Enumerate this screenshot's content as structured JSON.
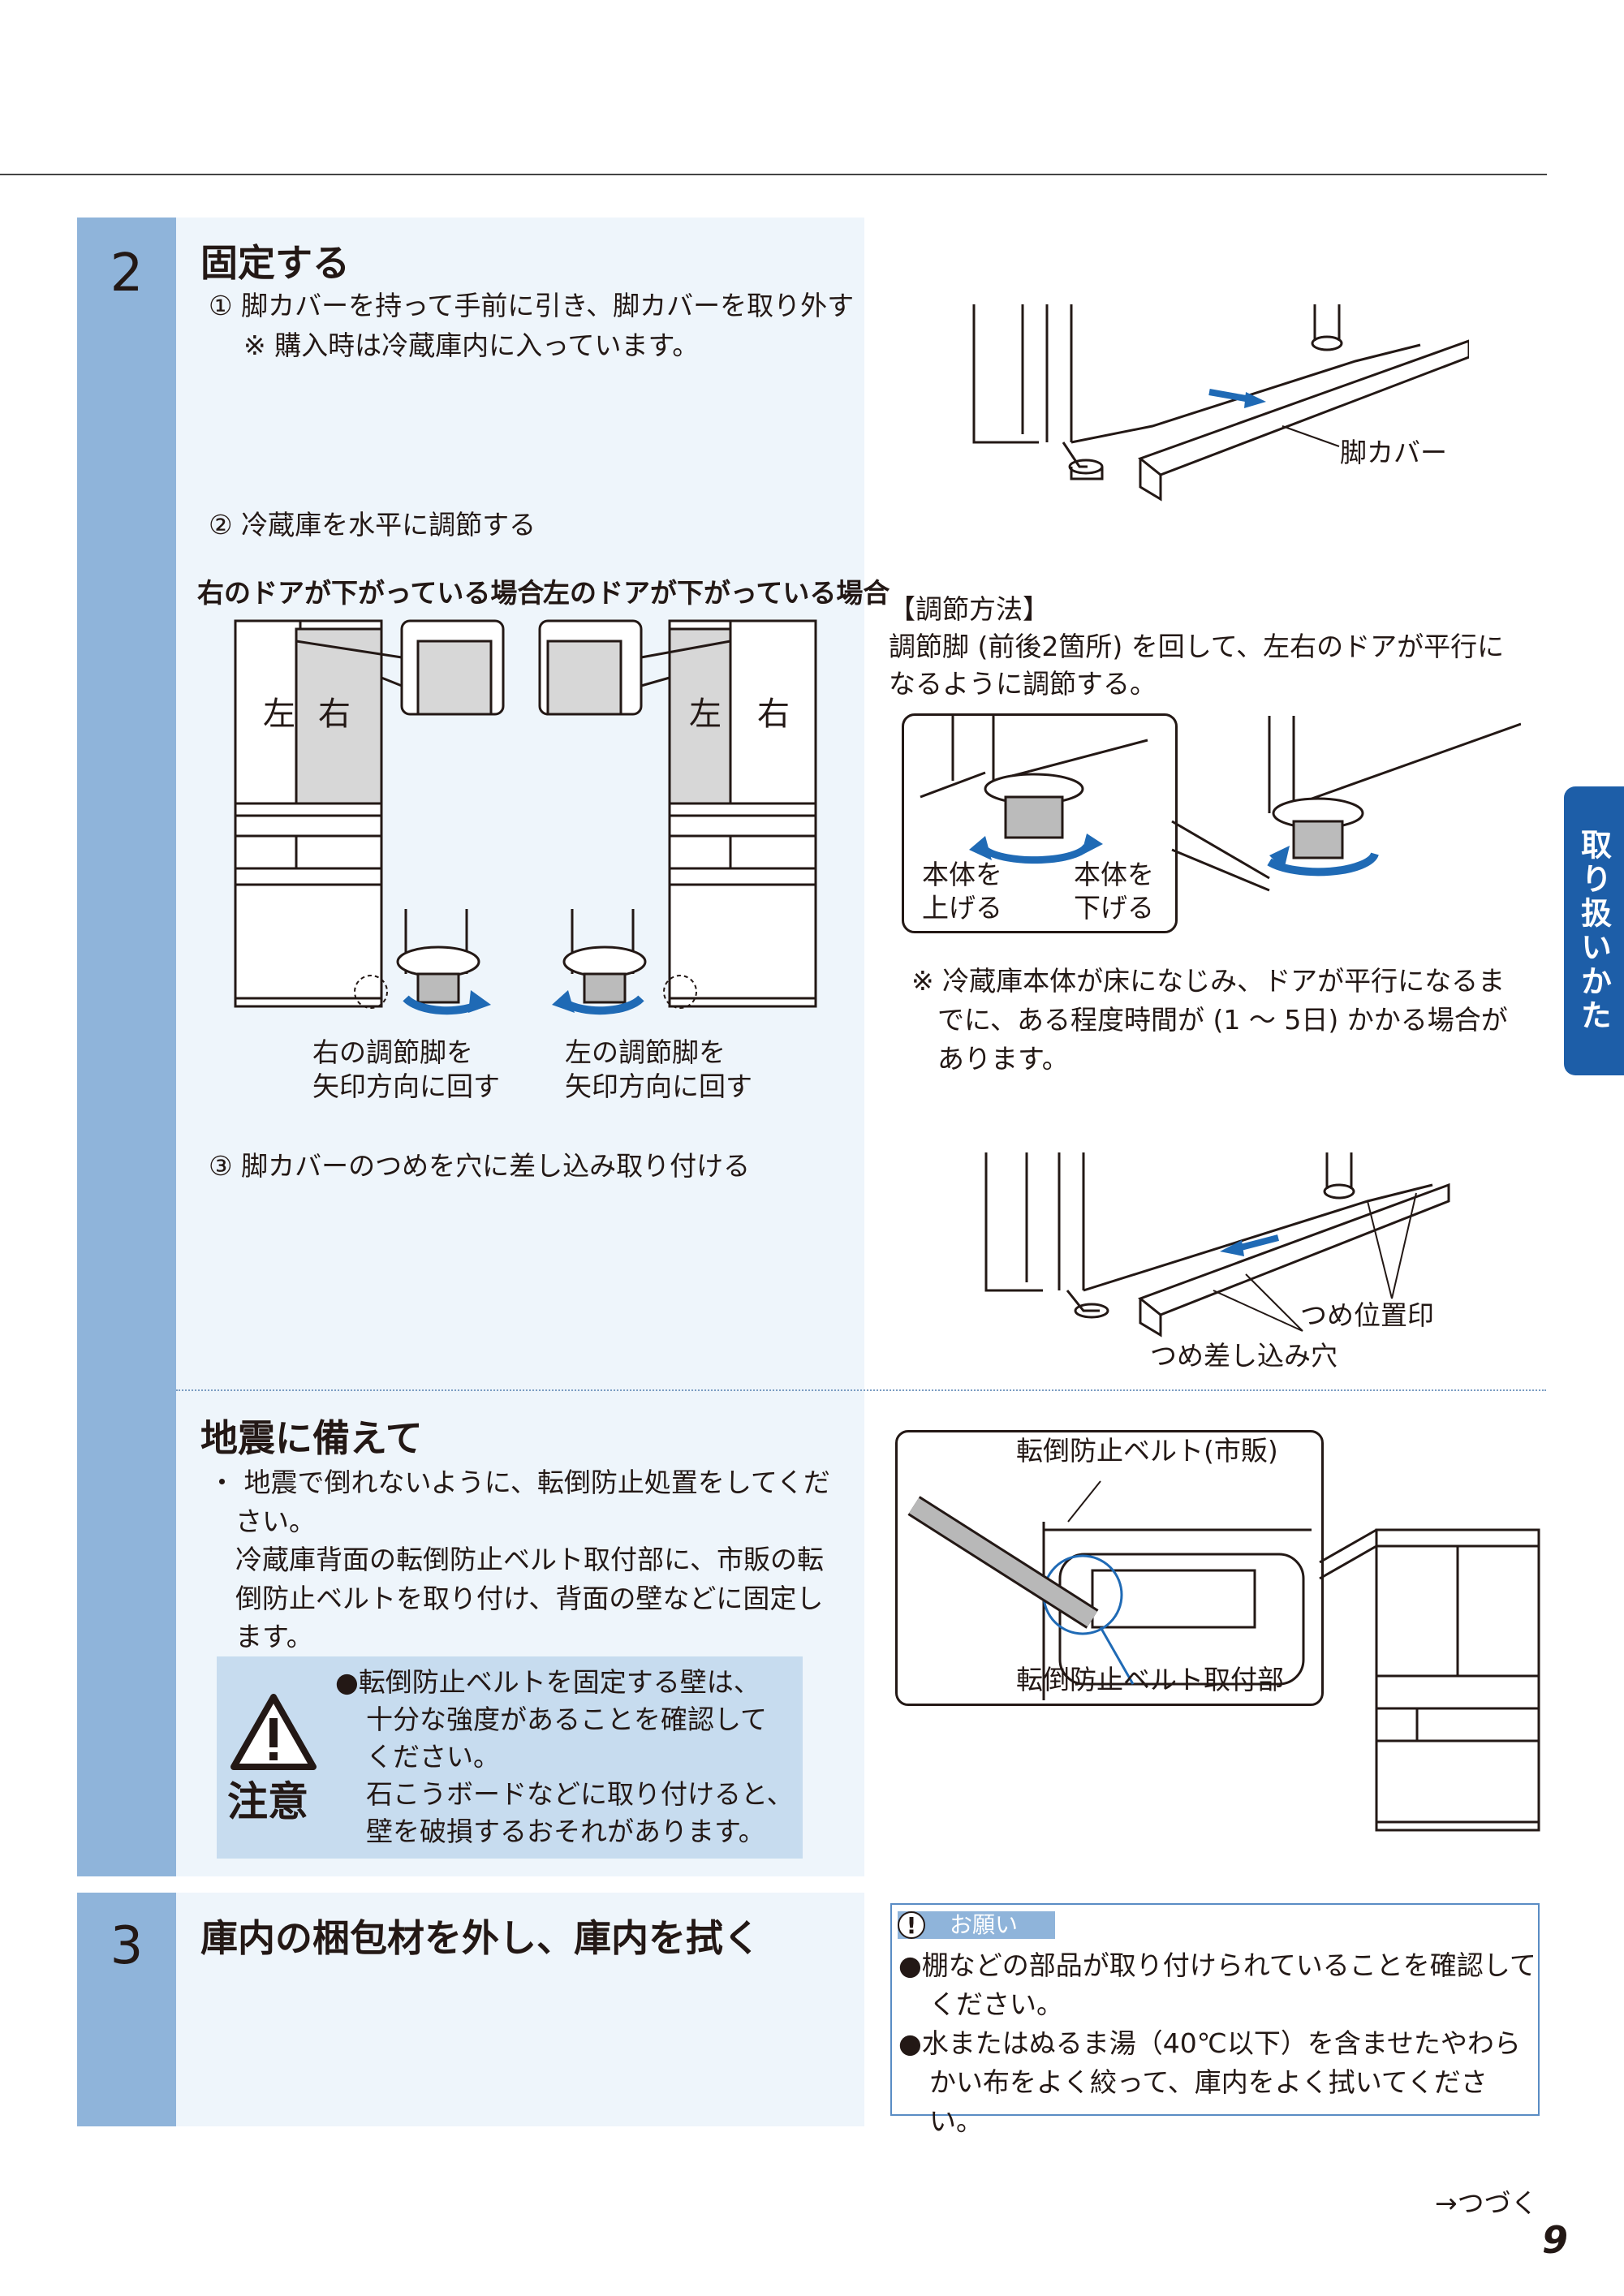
{
  "step2": {
    "number": "2",
    "title": "固定する",
    "item1_line1": "① 脚カバーを持って手前に引き、脚カバーを取り外す",
    "item1_line2": "※ 購入時は冷蔵庫内に入っています。",
    "label_cover": "脚カバー",
    "item2": "② 冷蔵庫を水平に調節する",
    "case_right": "右のドアが下がっている場合",
    "case_left": "左のドアが下がっている場合",
    "door_left": "左",
    "door_right": "右",
    "turn_right_1": "右の調節脚を",
    "turn_right_2": "矢印方向に回す",
    "turn_left_1": "左の調節脚を",
    "turn_left_2": "矢印方向に回す",
    "method_head": "【調節方法】",
    "method_line1": "調節脚 (前後2箇所) を回して、左右のドアが平行に",
    "method_line2": "なるように調節する。",
    "raise_1": "本体を",
    "raise_2": "上げる",
    "lower_1": "本体を",
    "lower_2": "下げる",
    "note_line1": "※ 冷蔵庫本体が床になじみ、ドアが平行になるま",
    "note_line2": "でに、ある程度時間が (1 ～ 5日) かかる場合が",
    "note_line3": "あります。",
    "item3": "③ 脚カバーのつめを穴に差し込み取り付ける",
    "label_claw_mark": "つめ位置印",
    "label_claw_hole": "つめ差し込み穴"
  },
  "quake": {
    "title": "地震に備えて",
    "line1": "・ 地震で倒れないように、転倒防止処置をしてくだ",
    "line2": "さい。",
    "line3": "冷蔵庫背面の転倒防止ベルト取付部に、市販の転",
    "line4": "倒防止ベルトを取り付け、背面の壁などに固定し",
    "line5": "ます。",
    "belt_label": "転倒防止ベルト(市販)",
    "mount_label": "転倒防止ベルト取付部",
    "caution_label": "注意",
    "caution_line1": "●転倒防止ベルトを固定する壁は、",
    "caution_line2": "十分な強度があることを確認して",
    "caution_line3": "ください。",
    "caution_line4": "石こうボードなどに取り付けると、",
    "caution_line5": "壁を破損するおそれがあります。"
  },
  "step3": {
    "number": "3",
    "title": "庫内の梱包材を外し、庫内を拭く",
    "request_head": "お願い",
    "req_line1": "●棚などの部品が取り付けられていることを確認して",
    "req_line2": "ください。",
    "req_line3": "●水またはぬるま湯（40℃以下）を含ませたやわら",
    "req_line4": "かい布をよく絞って、庫内をよく拭いてください。"
  },
  "side_tab": "取り扱いかた",
  "continue": "→つづく",
  "page_number": "9",
  "colors": {
    "band": "#8fb4da",
    "panel": "#eef5fb",
    "tab": "#1d5ea8",
    "arrow": "#1f6ab5"
  }
}
